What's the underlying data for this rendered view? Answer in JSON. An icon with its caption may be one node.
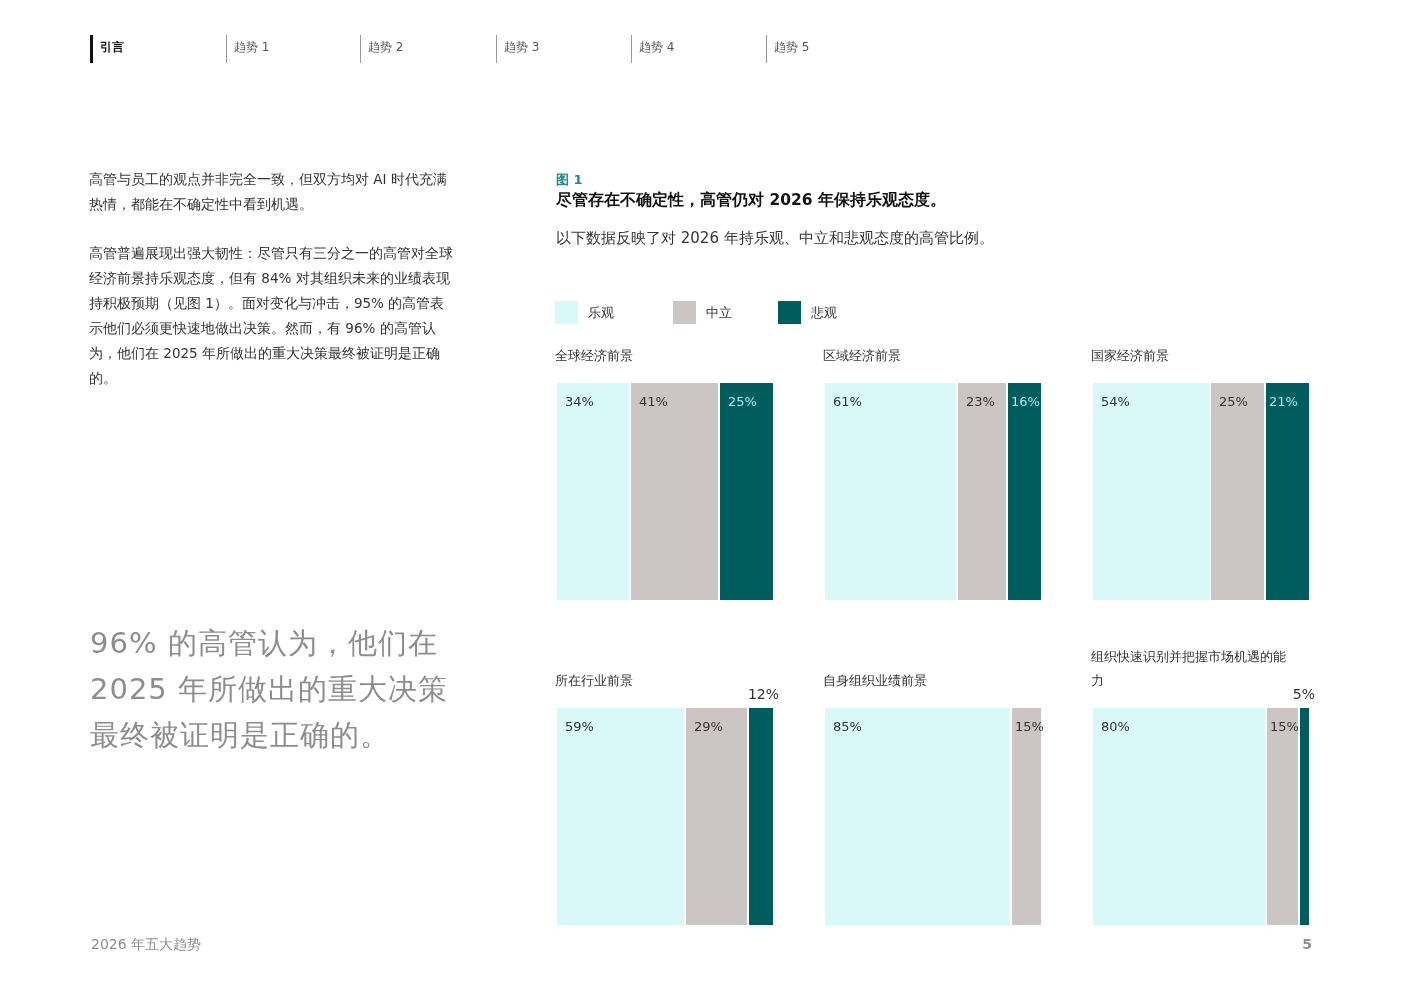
{
  "diagram": {
    "title": "尽管存在不确定性，高管仍对 2026 年保持乐观态度。",
    "labels": [
      "引言",
      "趋势 1",
      "趋势 2",
      "趋势 3",
      "趋势 4",
      "趋势 5",
      "高管与员工的观点并非完全一致，但双方均对 AI 时代充满热情，都能在不确定性中看到机遇。",
      "高管普遍展现出强大韧性：尽管只有三分之一的高管对全球经济前景持乐观态度，但有 84% 对其组织未来的业绩表现持积极预期（见图 1）。面对变化与冲击，95% 的高管表示他们必须更快速地做出决策。然而，有 96% 的高管认为，他们在 2025 年所做出的重大决策最终被证明是正确的。",
      "图 1",
      "以下数据反映了对 2026 年持乐观、中立和悲观态度的高管比例。",
      "96% 的高管认为，他们在 2025 年所做出的重大决策最终被证明是正确的。",
      "2026 年五大趋势",
      "5"
    ],
    "nodes": [
      {
        "text": [
          "全球经济前景"
        ]
      },
      {
        "text": [
          "34%"
        ],
        "in": 0
      },
      {
        "text": [
          "41%"
        ],
        "in": 0
      },
      {
        "text": [
          "25%"
        ],
        "in": 0
      },
      {
        "text": [
          "区域经济前景"
        ]
      },
      {
        "text": [
          "61%"
        ],
        "in": 4
      },
      {
        "text": [
          "23%"
        ],
        "in": 4
      },
      {
        "text": [
          "16%"
        ],
        "in": 4
      },
      {
        "text": [
          "国家经济前景"
        ]
      },
      {
        "text": [
          "54%"
        ],
        "in": 8
      },
      {
        "text": [
          "25%"
        ],
        "in": 8
      },
      {
        "text": [
          "21%"
        ],
        "in": 8
      },
      {
        "text": [
          "所在行业前景"
        ]
      },
      {
        "text": [
          "59%"
        ],
        "in": 12
      },
      {
        "text": [
          "29%"
        ],
        "in": 12
      },
      {
        "text": [
          "12%"
        ],
        "in": 12
      },
      {
        "text": [
          "自身组织业绩前景"
        ]
      },
      {
        "text": [
          "85%"
        ],
        "in": 16
      },
      {
        "text": [
          "15%"
        ],
        "in": 16
      },
      {
        "text": [
          "组织快速识别并把握市场机遇的能力"
        ]
      },
      {
        "text": [
          "80%"
        ],
        "in": 19
      },
      {
        "text": [
          "15%"
        ],
        "in": 19
      },
      {
        "text": [
          "5%"
        ],
        "in": 19
      }
    ],
    "legend": [
      {
        "text": "乐观",
        "color": "#d9f9f9"
      },
      {
        "text": "中立",
        "color": "#cbc5c5"
      },
      {
        "text": "悲观",
        "color": "#005d5d"
      }
    ]
  }
}
